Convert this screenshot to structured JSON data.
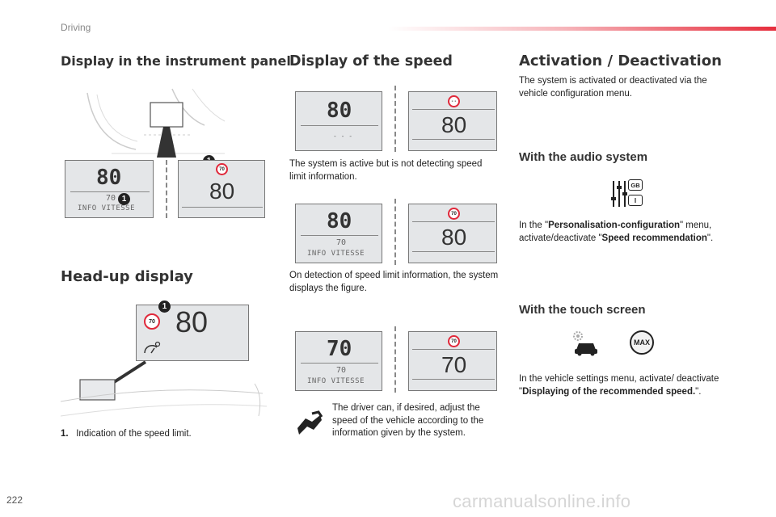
{
  "header": {
    "section": "Driving"
  },
  "page_number": "222",
  "footer_url": "carmanualsonline.info",
  "col1": {
    "title": "Display in the instrument panel",
    "lcd_main": "80",
    "lcd_sub_value": "70",
    "lcd_sub_text": "INFO VITESSE",
    "right_value": "80",
    "sign_value": "70",
    "callout": "1",
    "hud_title": "Head-up display",
    "hud_value": "80",
    "hud_sign": "70",
    "footnote_num": "1.",
    "footnote_text": "Indication of the speed limit."
  },
  "col2": {
    "title": "Display of the speed",
    "state1": {
      "main": "80",
      "dashes": "- - -",
      "right_sign": "- -",
      "right_value": "80",
      "text": "The system is active but is not detecting speed limit information."
    },
    "state2": {
      "main": "80",
      "sub_value": "70",
      "sub_text": "INFO VITESSE",
      "right_sign": "70",
      "right_value": "80",
      "text": "On detection of speed limit information, the system displays the figure."
    },
    "state3": {
      "main": "70",
      "sub_value": "70",
      "sub_text": "INFO VITESSE",
      "right_sign": "70",
      "right_value": "70",
      "text": "The driver can, if desired, adjust the speed of the vehicle according to the information given by the system."
    }
  },
  "col3": {
    "title": "Activation / Deactivation",
    "intro": "The system is activated or deactivated via the vehicle configuration menu.",
    "audio_title": "With the audio system",
    "audio_icon_label_top": "GB",
    "audio_icon_label_bottom": "I",
    "audio_text_1": "In the \"",
    "audio_text_bold_1": "Personalisation-configuration",
    "audio_text_2": "\" menu, activate/deactivate \"",
    "audio_text_bold_2": "Speed recommendation",
    "audio_text_3": "\".",
    "touch_title": "With the touch screen",
    "touch_icon_label": "MAX",
    "touch_text_1": "In the vehicle settings menu, activate/ deactivate \"",
    "touch_text_bold": "Displaying of the recommended speed.",
    "touch_text_2": "\"."
  }
}
